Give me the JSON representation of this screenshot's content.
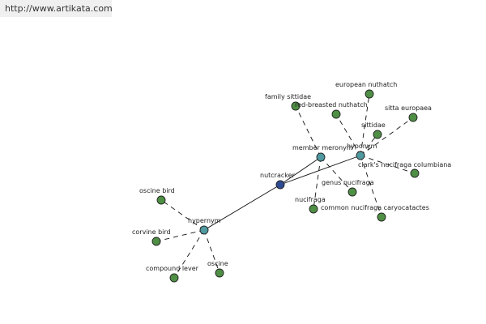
{
  "banner": {
    "url": "http://www.artikata.com"
  },
  "colors": {
    "center": "#2e4a93",
    "relation": "#4f9aa0",
    "leaf": "#4f8f45",
    "banner_bg": "#f0f0f0"
  },
  "graph": {
    "nodes": [
      {
        "id": "nutcracker",
        "label": "nutcracker",
        "kind": "center"
      },
      {
        "id": "member-meronym",
        "label": "member meronym",
        "kind": "relation"
      },
      {
        "id": "hyponym",
        "label": "hyponym",
        "kind": "relation"
      },
      {
        "id": "hypernym",
        "label": "hypernym",
        "kind": "relation"
      },
      {
        "id": "european-nuthatch",
        "label": "european nuthatch",
        "kind": "leaf"
      },
      {
        "id": "family-sittidae",
        "label": "family sittidae",
        "kind": "leaf"
      },
      {
        "id": "red-breasted-nuthatch",
        "label": "red-breasted nuthatch",
        "kind": "leaf"
      },
      {
        "id": "sitta-europaea",
        "label": "sitta europaea",
        "kind": "leaf"
      },
      {
        "id": "sittidae",
        "label": "sittidae",
        "kind": "leaf"
      },
      {
        "id": "clarks-nucifraga-columbiana",
        "label": "clark's nucifraga columbiana",
        "kind": "leaf"
      },
      {
        "id": "genus-nucifraga",
        "label": "genus nucifraga",
        "kind": "leaf"
      },
      {
        "id": "nucifraga",
        "label": "nucifraga",
        "kind": "leaf"
      },
      {
        "id": "common-nucifraga-caryocatactes",
        "label": "common nucifraga caryocatactes",
        "kind": "leaf"
      },
      {
        "id": "oscine-bird",
        "label": "oscine bird",
        "kind": "leaf"
      },
      {
        "id": "corvine-bird",
        "label": "corvine bird",
        "kind": "leaf"
      },
      {
        "id": "compound-lever",
        "label": "compound lever",
        "kind": "leaf"
      },
      {
        "id": "oscine",
        "label": "oscine",
        "kind": "leaf"
      }
    ],
    "edges": [
      {
        "from": "nutcracker",
        "to": "member-meronym",
        "style": "solid"
      },
      {
        "from": "nutcracker",
        "to": "hyponym",
        "style": "solid"
      },
      {
        "from": "nutcracker",
        "to": "hypernym",
        "style": "solid"
      },
      {
        "from": "member-meronym",
        "to": "family-sittidae",
        "style": "dashed"
      },
      {
        "from": "member-meronym",
        "to": "genus-nucifraga",
        "style": "dashed"
      },
      {
        "from": "member-meronym",
        "to": "nucifraga",
        "style": "dashed"
      },
      {
        "from": "hyponym",
        "to": "european-nuthatch",
        "style": "dashed"
      },
      {
        "from": "hyponym",
        "to": "red-breasted-nuthatch",
        "style": "dashed"
      },
      {
        "from": "hyponym",
        "to": "sitta-europaea",
        "style": "dashed"
      },
      {
        "from": "hyponym",
        "to": "sittidae",
        "style": "dashed"
      },
      {
        "from": "hyponym",
        "to": "clarks-nucifraga-columbiana",
        "style": "dashed"
      },
      {
        "from": "hyponym",
        "to": "common-nucifraga-caryocatactes",
        "style": "dashed"
      },
      {
        "from": "hypernym",
        "to": "oscine-bird",
        "style": "dashed"
      },
      {
        "from": "hypernym",
        "to": "corvine-bird",
        "style": "dashed"
      },
      {
        "from": "hypernym",
        "to": "compound-lever",
        "style": "dashed"
      },
      {
        "from": "hypernym",
        "to": "oscine",
        "style": "dashed"
      }
    ]
  }
}
